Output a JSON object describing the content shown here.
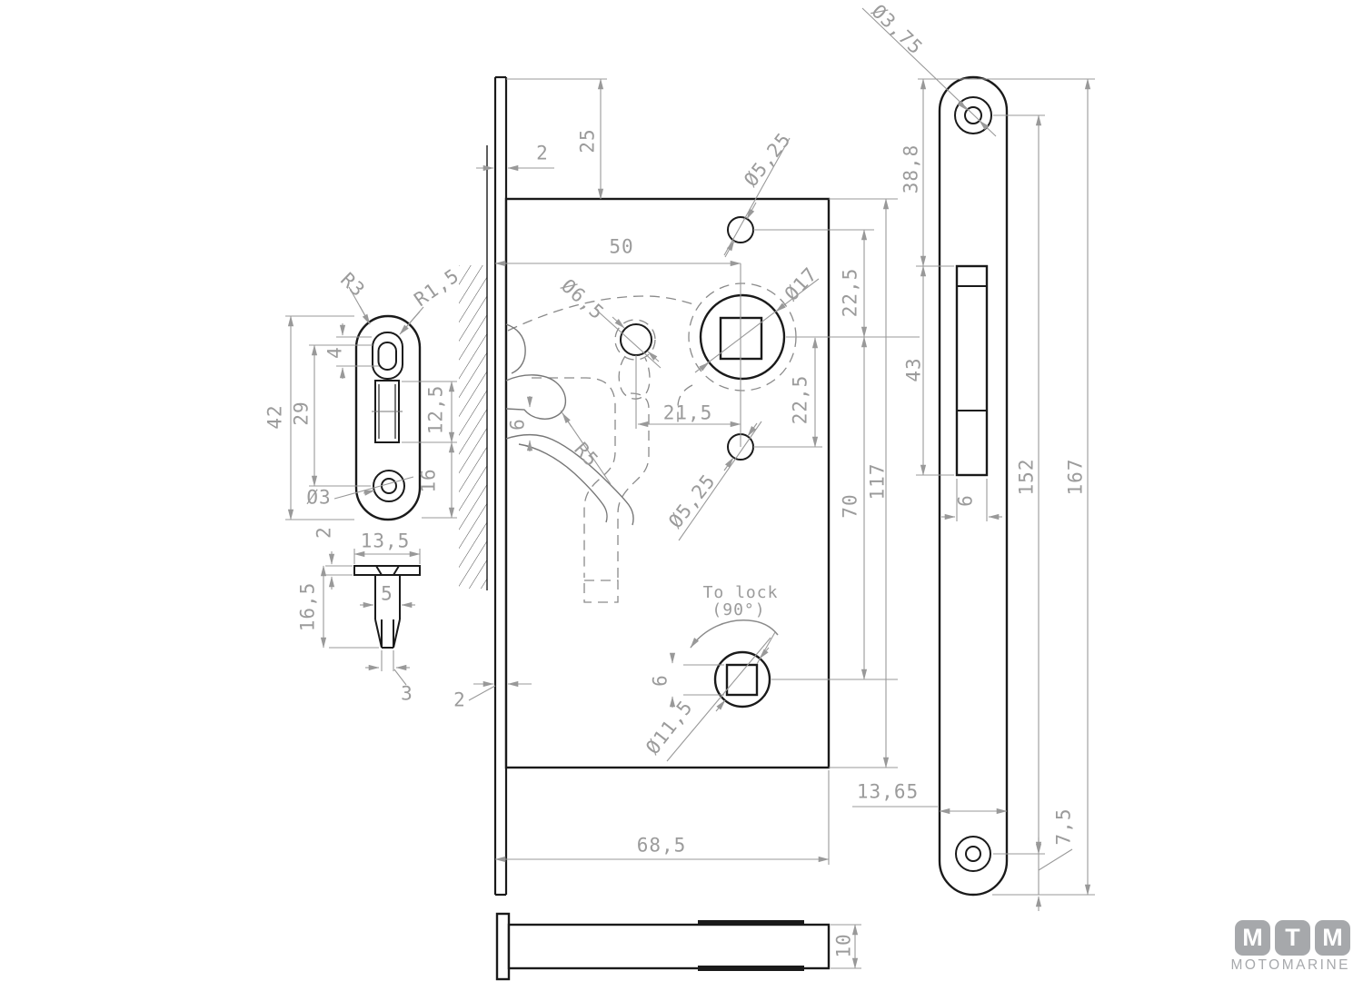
{
  "drawing_labels": {
    "center_view": {
      "faceplate_thickness_top": "2",
      "top_offset": "25",
      "hole_top_dia": "Ø5,25",
      "backset": "50",
      "small_hole_dia": "Ø6,5",
      "spindle_follower_dia": "Ø17",
      "spacing_top": "22,5",
      "spacing_mid": "22,5",
      "hole_offset": "21,5",
      "hook_radius": "R5",
      "hook_gap": "6",
      "hole_bottom_dia": "Ø5,25",
      "spindle_spacing": "70",
      "body_height": "117",
      "to_lock_line1": "To lock",
      "to_lock_line2": "(90°)",
      "square_size": "6",
      "lower_spindle_dia": "Ø11,5",
      "body_length": "68,5",
      "faceplate_thickness_bottom": "2"
    },
    "strike_view": {
      "outer_radius": "R3",
      "inner_radius": "R1,5",
      "plate_height": "42",
      "hole_spacing": "29",
      "slot_offset": "4",
      "slot_height": "12,5",
      "bottom_offset": "16",
      "screw_hole_dia": "Ø3",
      "flange_thickness": "2",
      "flange_width": "13,5",
      "pin_length": "16,5",
      "pin_width": "5",
      "tip_width": "3"
    },
    "faceplate_view": {
      "screw_hole_dia": "Ø3,75",
      "top_to_slot": "38,8",
      "slot_height": "43",
      "screw_spacing": "152",
      "plate_height": "167",
      "slot_width": "6",
      "plate_width": "13,65",
      "bottom_offset": "7,5"
    },
    "side_view": {
      "body_thickness": "10"
    }
  },
  "logo": {
    "letters": [
      "M",
      "T",
      "M"
    ],
    "subtitle": "MOTOMARINE"
  },
  "colors": {
    "outline": "#1a1a1a",
    "dimension": "#9a9a9a",
    "hidden_line": "#8a8a8a",
    "hatch": "#4a4a4a",
    "logo_tile": "#a6a8ab",
    "logo_text": "#a7a9ac",
    "background": "#ffffff"
  }
}
